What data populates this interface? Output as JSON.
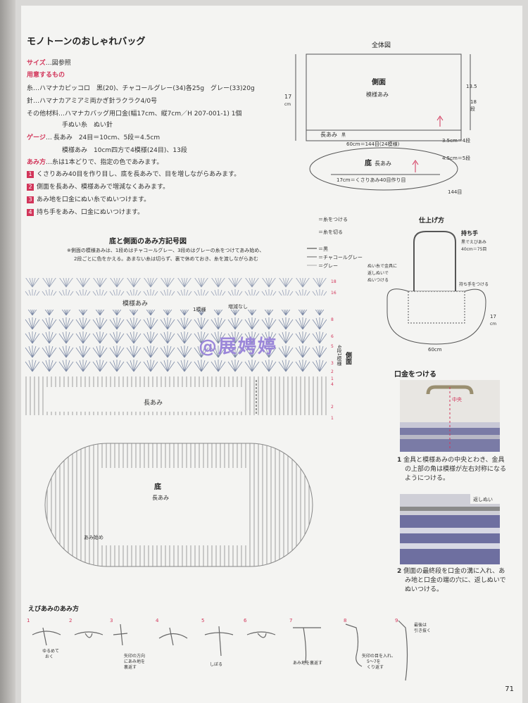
{
  "title": "モノトーンのおしゃれバッグ",
  "size": {
    "label": "サイズ",
    "value": "…図参照"
  },
  "materials": {
    "label": "用意するもの"
  },
  "yarn": "糸…ハマナカピッコロ　黒(20)、チャコールグレー(34)各25g　グレー(33)20g",
  "hook": "針…ハマナカアミアミ両かぎ針ラクラク4/0号",
  "others": "その他材料…ハマナカバッグ用口金(幅17cm、縦7cm／H 207-001-1) 1個",
  "others2": "手ぬい糸　ぬい針",
  "gauge": {
    "label": "ゲージ",
    "line1": "長あみ　24目＝10cm、5段＝4.5cm",
    "line2": "模様あみ　10cm四方で4模様(24目)、13段"
  },
  "method": {
    "label": "あみ方",
    "intro": "…糸は1本どりで、指定の色であみます。",
    "steps": [
      "くさりあみ40目を作り目し、底を長あみで、目を増しながらあみます。",
      "側面を長あみ、模様あみで増減なくあみます。",
      "あみ地を口金にぬい糸でぬいつけます。",
      "持ち手をあみ、口金にぬいつけます。"
    ],
    "nums": [
      "1",
      "2",
      "3",
      "4"
    ]
  },
  "overall": {
    "title": "全体図",
    "side": "側面",
    "pattern": "模様あみ",
    "long": "長あみ",
    "black": "黒",
    "width": "60cm＝144目(24模様)",
    "bottom": "底",
    "bottomlong": "長あみ",
    "bottom_foundation": "17cm＝くさりあみ40目作り目",
    "st144": "144目",
    "h17": "17",
    "cm": "cm",
    "r1": "13.5",
    "r2": "18",
    "r3": "段",
    "d1": "3.5cm＝4段",
    "d2": "4.5cm＝5段"
  },
  "chart": {
    "title": "底と側面のあみ方記号図",
    "note1": "※側面の模様あみは、1段めはチャコールグレー、3段めはグレーの糸をつけてあみ始め、",
    "note2": "2段ごとに色をかえる。あまない糸は切らず、裏で休めておき、糸を渡しながらあむ",
    "pattern": "模様あみ",
    "one": "1模様",
    "noinc": "増減なし",
    "long": "長あみ",
    "bottom": "底",
    "bottomlong": "長あみ",
    "start": "あみ始め",
    "side": "側面",
    "rep": "4段1模様",
    "rows": [
      "18",
      "16",
      "8",
      "6",
      "5",
      "3",
      "2",
      "1",
      "4",
      "2",
      "1"
    ]
  },
  "legend": {
    "attach": "＝糸をつける",
    "cut": "＝糸を切る",
    "black": "＝黒",
    "charcoal": "＝チャコールグレー",
    "gray": "＝グレー"
  },
  "finish": {
    "title": "仕上げ方",
    "handle": "持ち手",
    "handle2": "黒でえびあみ",
    "handle3": "40cm＝75目",
    "sew1": "ぬい糸で金具に",
    "sew2": "返しぬいで",
    "sew3": "ぬいつける",
    "attach": "持ち手をつける",
    "h": "17",
    "cm": "cm",
    "w": "60cm"
  },
  "clasp": {
    "title": "口金をつける",
    "center": "中央",
    "s1num": "1",
    "s1": "金具と模様あみの中央とわき、金具",
    "s1b": "の上部の角は模様が左右対称になる",
    "s1c": "ようにつける。",
    "back": "返しぬい",
    "s2num": "2",
    "s2": "側面の最終段を口金の溝に入れ、あ",
    "s2b": "み地と口金の端の穴に、返しぬいで",
    "s2c": "ぬいつける。"
  },
  "ebi": {
    "title": "えびあみのあみ方",
    "n": [
      "1",
      "2",
      "3",
      "4",
      "5",
      "6",
      "7",
      "8",
      "9"
    ],
    "c1": "ゆるめて",
    "c1b": "おく",
    "c3": "矢印の方向",
    "c3b": "にあみ地を",
    "c3c": "裏返す",
    "c5": "しぼる",
    "c7": "あみ地を裏返す",
    "c8": "矢印の目を入れ、",
    "c8b": "5〜7を",
    "c8c": "くり返す",
    "c9": "最後は",
    "c9b": "引き抜く"
  },
  "watermark": "@展娉婷",
  "page_number": "71"
}
